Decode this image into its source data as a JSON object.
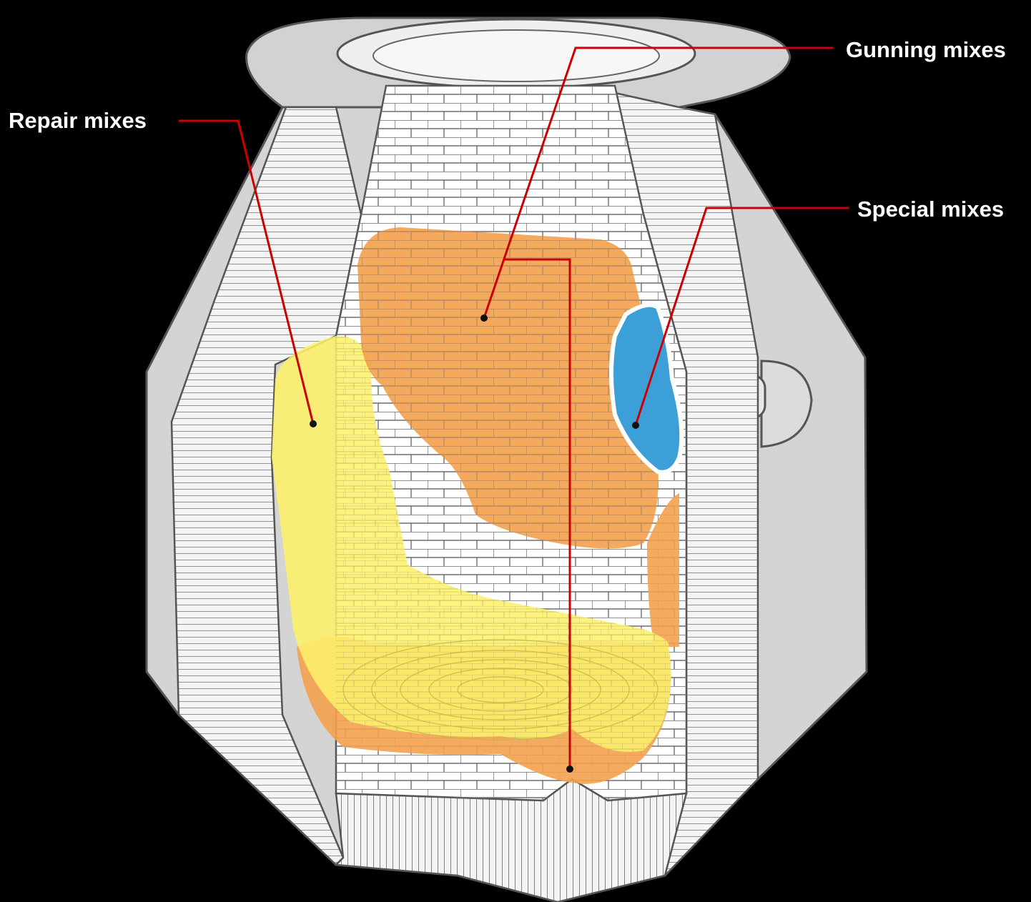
{
  "labels": {
    "repair": "Repair mixes",
    "gunning": "Gunning mixes",
    "special": "Special mixes"
  },
  "colors": {
    "background": "#000000",
    "shell": "#d4d4d4",
    "shell_edge": "#555555",
    "lining": "#f4f4f4",
    "brick_line": "#6d6d6d",
    "repair_zone": "#fdf06a",
    "gunning_zone": "#f3a24e",
    "special_zone": "#3d9fd8",
    "leader_line": "#cc0000",
    "label_text": "#ffffff"
  }
}
